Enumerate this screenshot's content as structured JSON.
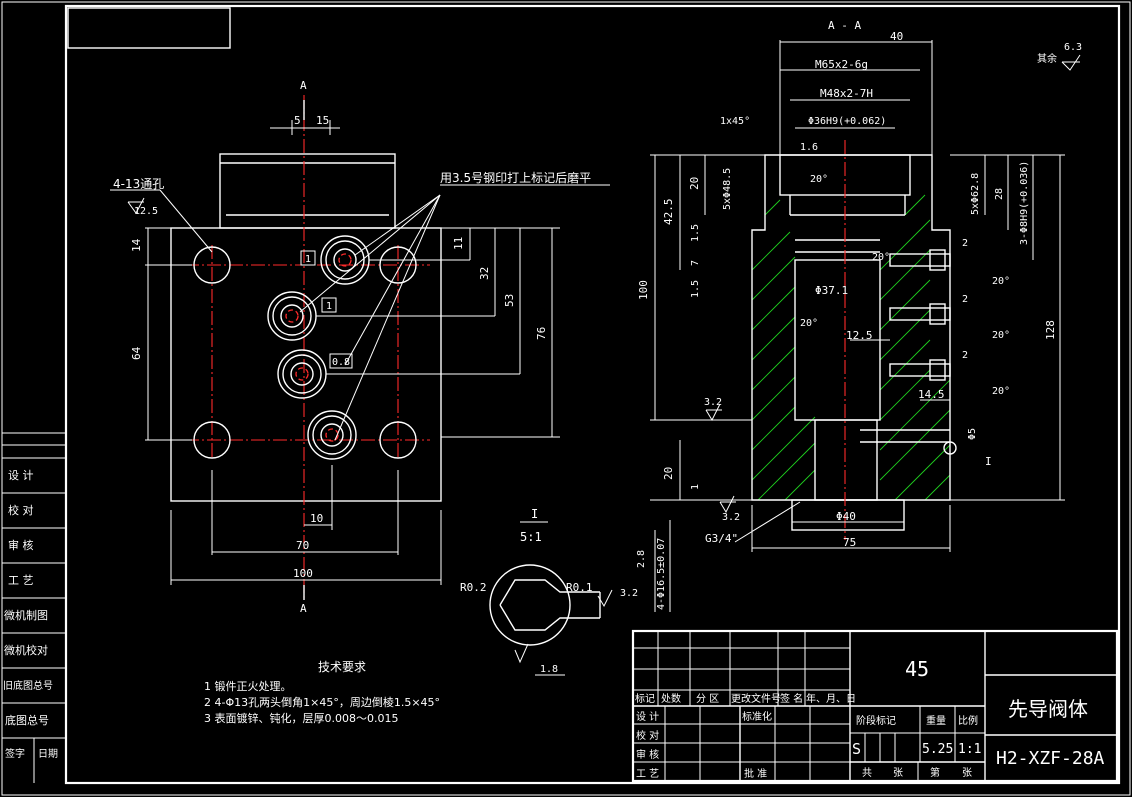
{
  "title_block": {
    "material": "45",
    "part_name": "先导阀体",
    "drawing_no": "H2-XZF-28A",
    "scale": "1:1",
    "weight": "5.25",
    "stage_mark": "S",
    "header_row": [
      "标记",
      "处数",
      "分 区",
      "更改文件号",
      "签 名",
      "年、月、日"
    ],
    "rows_left": [
      "设 计",
      "校 对",
      "审 核",
      "工 艺"
    ],
    "std_label": "标准化",
    "approve_label": "批 准",
    "stage_label": "阶段标记",
    "weight_label": "重量",
    "scale_label": "比例",
    "sheet_labels": [
      "共",
      "张",
      "第",
      "张"
    ]
  },
  "left_column": [
    "设 计",
    "校 对",
    "审 核",
    "工 艺",
    "微机制图",
    "微机校对",
    "旧底图总号",
    "底图总号",
    "签字",
    "日期"
  ],
  "tech_requirements": {
    "heading": "技术要求",
    "items": [
      "1 锻件正火处理。",
      "2 4-Φ13孔两头倒角1×45°，周边倒棱1.5×45°",
      "3 表面镀锌、钝化，层厚0.008～0.015"
    ]
  },
  "notes": {
    "stamp_note": "用3.5号钢印打上标记后磨平",
    "hole_note": "4-13通孔",
    "section_label": "A - A",
    "detail_label": "I",
    "detail_scale": "5:1",
    "roughness_rest": "其余",
    "port_label": "G3/4\""
  },
  "dims_front": {
    "w100": "100",
    "w70": "70",
    "w10": "10",
    "w5": "5",
    "w15": "15",
    "h14": "14",
    "h64": "64",
    "h11": "11",
    "h32": "32",
    "h53": "53",
    "h76": "76",
    "ra125": "12.5",
    "mark1a": "1",
    "mark1b": "1",
    "mark08": "0.8",
    "A": "A"
  },
  "dims_section": {
    "d40": "40",
    "m65": "M65x2-6g",
    "m48": "M48x2-7H",
    "d36": "Φ36H9(+0.062)",
    "ch": "1x45°",
    "h425": "42.5",
    "h20": "20",
    "d485": "5xΦ48.5",
    "h15a": "1.5",
    "h7": "7",
    "h15b": "1.5",
    "h100": "100",
    "d371": "Φ37.1",
    "d125": "12.5",
    "d145": "14.5",
    "h20b": "20",
    "h1": "1",
    "d40b": "Φ40",
    "w75": "75",
    "d628": "5xΦ62.8",
    "h28": "28",
    "d8h9": "3-Φ8H9(+0.036)",
    "h128": "128",
    "a20": "20°",
    "r2": "2",
    "d5": "Φ5",
    "ra63": "6.3",
    "ra32": "3.2",
    "ra16": "1.6",
    "I": "I"
  },
  "dims_detail": {
    "r02": "R0.2",
    "r01": "R0.1",
    "d28": "2.8",
    "w18": "1.8",
    "d407": "4-Φ16.5±0.07"
  }
}
